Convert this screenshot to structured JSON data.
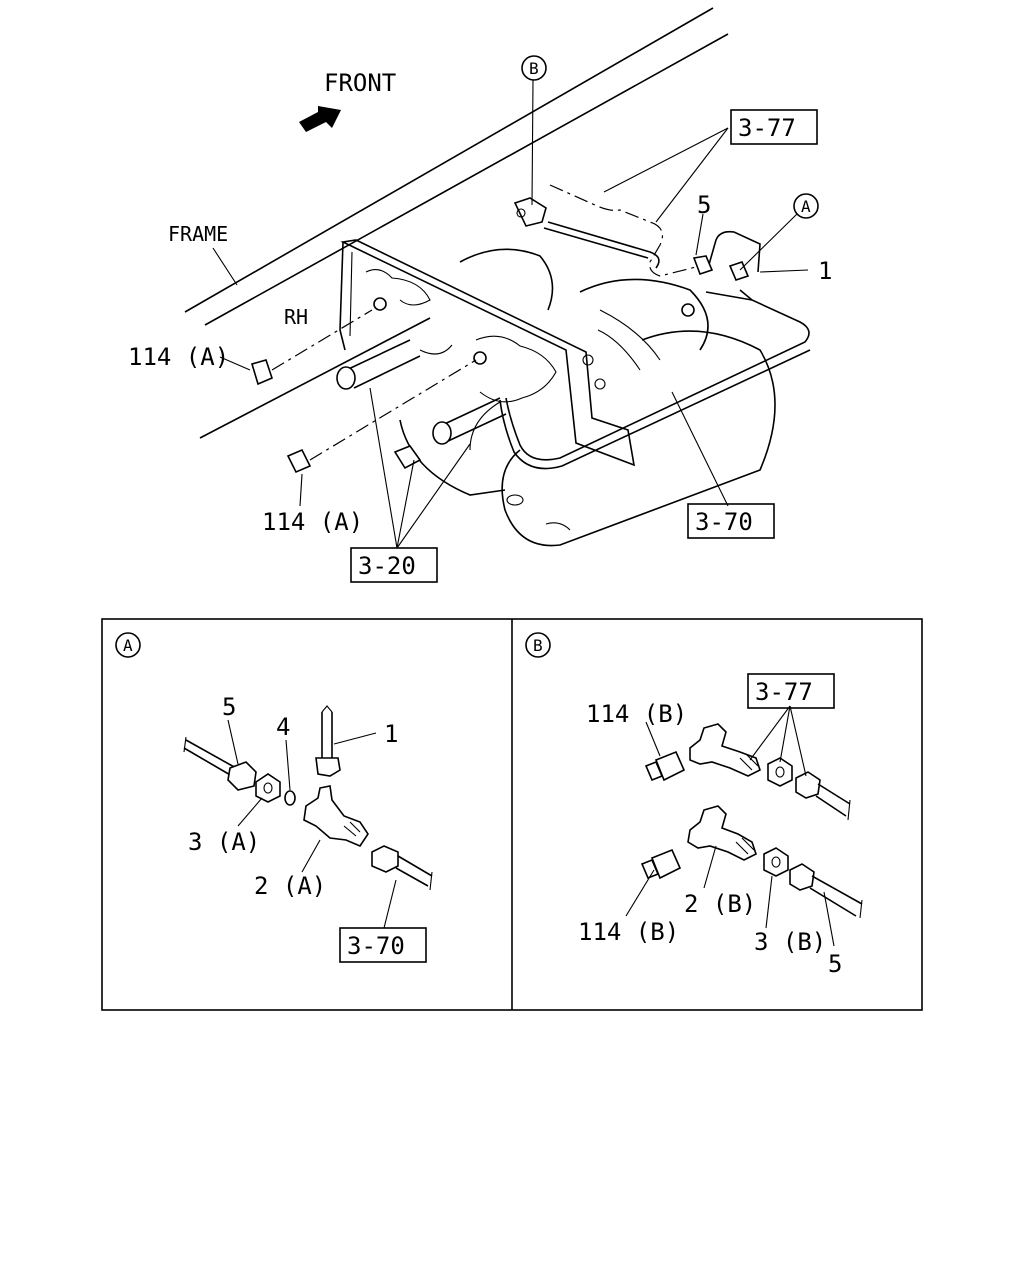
{
  "main": {
    "front": "FRONT",
    "frame": "FRAME",
    "rh": "RH",
    "ref_3_77": "3-77",
    "ref_3_70": "3-70",
    "ref_3_20": "3-20",
    "part_5": "5",
    "part_1": "1",
    "part_114a_top": "114 (A)",
    "part_114a_bottom": "114 (A)",
    "callout_a": "A",
    "callout_b": "B"
  },
  "detail_a": {
    "circle": "A",
    "part_5": "5",
    "part_4": "4",
    "part_1": "1",
    "part_3a": "3 (A)",
    "part_2a": "2 (A)",
    "ref_3_70": "3-70"
  },
  "detail_b": {
    "circle": "B",
    "part_114b_top": "114 (B)",
    "ref_3_77": "3-77",
    "part_114b_bottom": "114 (B)",
    "part_2b": "2 (B)",
    "part_3b": "3 (B)",
    "part_5": "5"
  }
}
